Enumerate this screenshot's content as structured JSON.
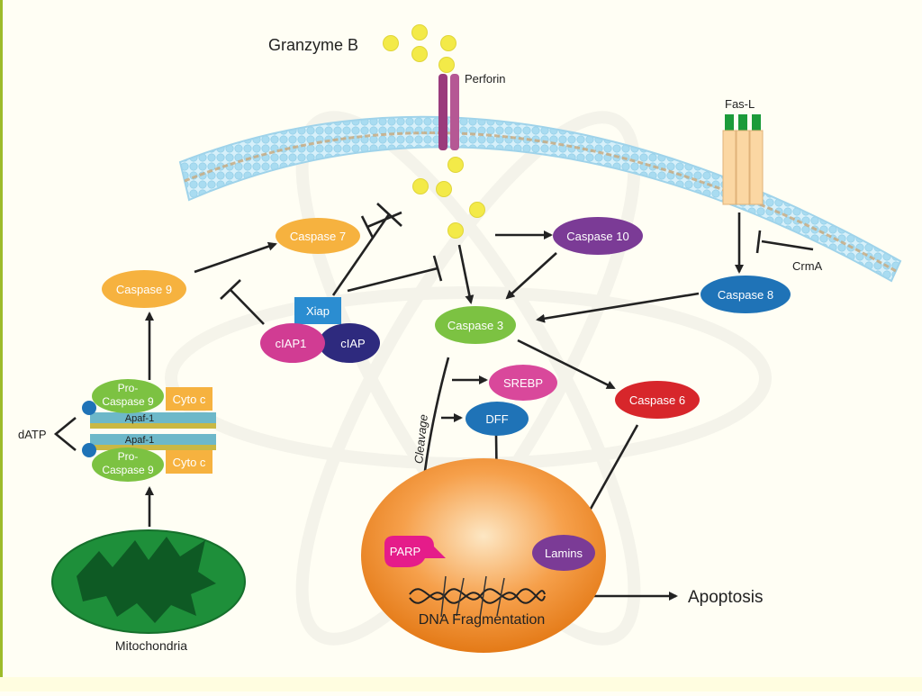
{
  "labels": {
    "granzyme": "Granzyme B",
    "perforin": "Perforin",
    "fasl": "Fas-L",
    "crma": "CrmA",
    "caspase7": "Caspase 7",
    "caspase9": "Caspase 9",
    "caspase10": "Caspase 10",
    "caspase3": "Caspase 3",
    "caspase8": "Caspase 8",
    "caspase6": "Caspase 6",
    "xiap": "Xiap",
    "ciap1": "cIAP1",
    "ciap": "cIAP",
    "srebp": "SREBP",
    "dff": "DFF",
    "cleavage": "Cleavage",
    "parp": "PARP",
    "lamins": "Lamins",
    "dna": "DNA Fragmentation",
    "apoptosis": "Apoptosis",
    "datp": "dATP",
    "pro_line1": "Pro-",
    "pro_line2": "Caspase 9",
    "cytoc": "Cyto c",
    "apaf": "Apaf-1",
    "mito": "Mitochondria"
  },
  "colors": {
    "background": "#fffef4",
    "membrane": "#bfe6f6",
    "caspase_orange": "#f6b23f",
    "caspase_purple": "#7b3b96",
    "caspase_green": "#7cc242",
    "caspase_blue": "#1f73b7",
    "caspase_red": "#d7262b",
    "srebp_pink": "#d9489b",
    "parp_magenta": "#e51c8a",
    "xiap_blue": "#2b8dd1",
    "ciap1_pink": "#d13c93",
    "ciap_navy": "#2e2a7e",
    "granzyme_yellow": "#f3ea48",
    "perforin_purple": "#9a3b7c",
    "mito_green": "#1e8f3a",
    "nucleus_orange": "#f08c25"
  }
}
